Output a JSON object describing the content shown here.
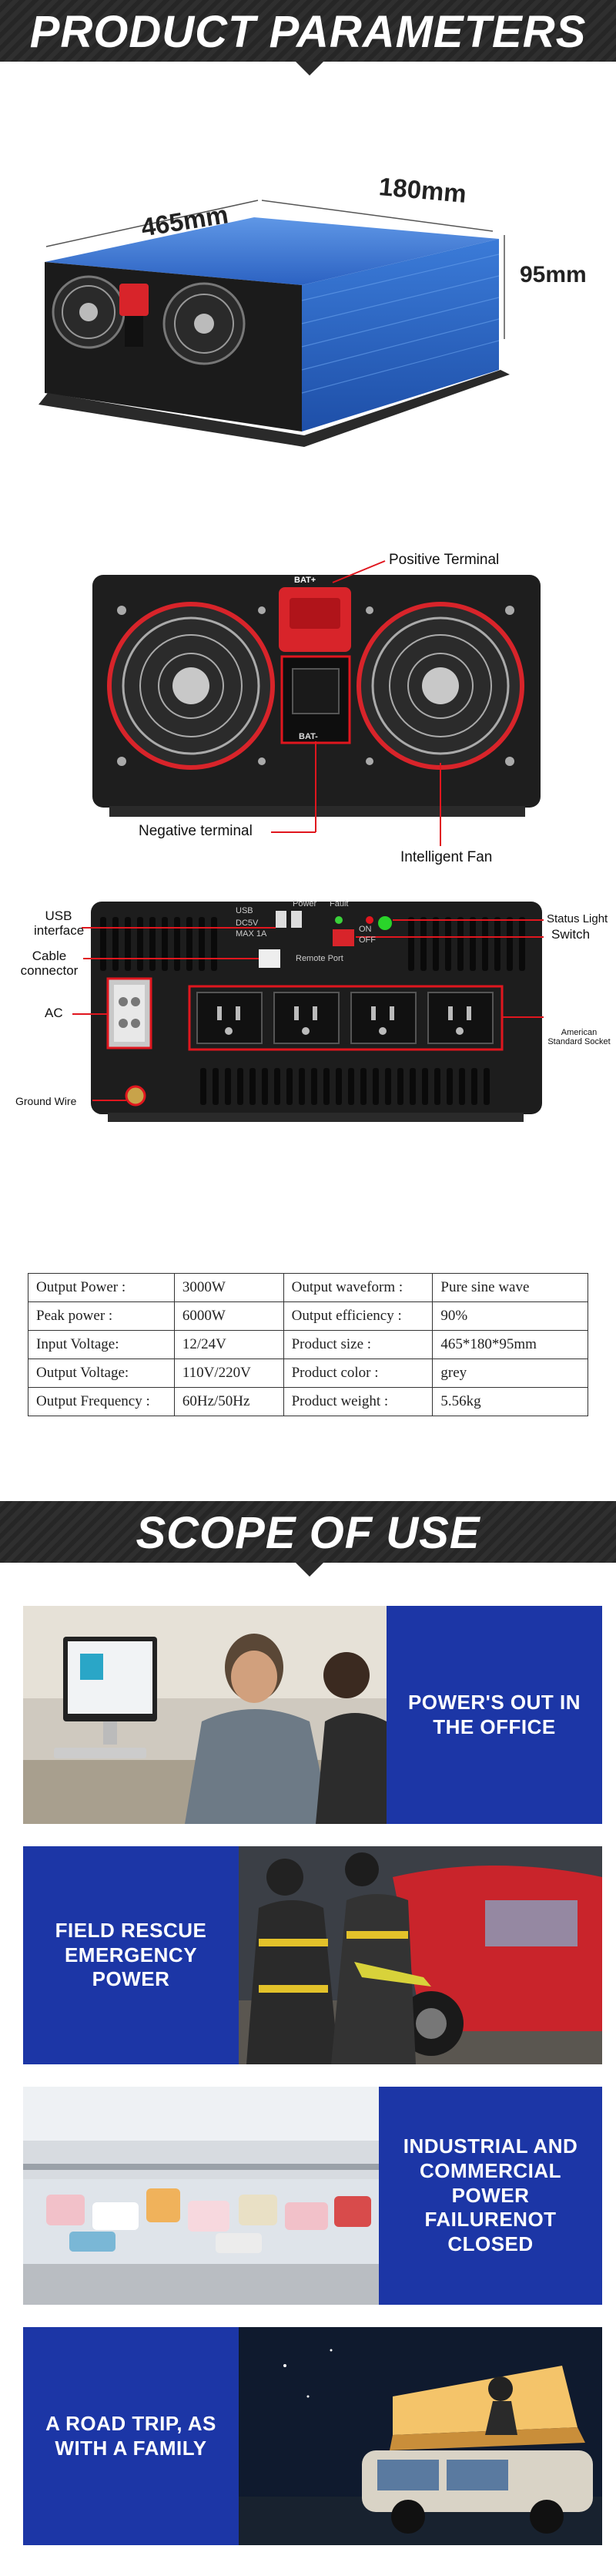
{
  "banners": {
    "parameters_title": "PRODUCT PARAMETERS",
    "scope_title": "SCOPE OF USE"
  },
  "dimensions": {
    "length": "465mm",
    "width": "180mm",
    "height": "95mm"
  },
  "front_panel": {
    "positive_terminal": "Positive Terminal",
    "positive_label": "BAT+",
    "negative_terminal": "Negative terminal",
    "negative_label": "BAT-",
    "intelligent_fan": "Intelligent Fan"
  },
  "rear_panel": {
    "usb_interface": "USB interface",
    "cable_connector": "Cable connector",
    "ac": "AC",
    "ground_wire": "Ground Wire",
    "status_light": "Status Light",
    "switch": "Switch",
    "american_socket": "American Standard Socket",
    "panel_labels": {
      "power": "Power",
      "fault": "Fault",
      "usb": "USB",
      "dc5v": "DC5V",
      "max": "MAX 1A",
      "on": "ON",
      "off": "OFF",
      "remote_port": "Remote Port"
    }
  },
  "spec_table": [
    [
      "Output Power :",
      "3000W",
      "Output waveform :",
      "Pure sine wave"
    ],
    [
      "Peak power :",
      "6000W",
      "Output efficiency :",
      "90%"
    ],
    [
      "Input Voltage:",
      "12/24V",
      "Product size :",
      "465*180*95mm"
    ],
    [
      "Output Voltage:",
      "110V/220V",
      "Product color :",
      "grey"
    ],
    [
      "Output Frequency :",
      "60Hz/50Hz",
      "Product weight :",
      "5.56kg"
    ]
  ],
  "scope_cards": [
    {
      "text": "POWER'S OUT IN\nTHE OFFICE"
    },
    {
      "text": "FIELD RESCUE\nEMERGENCY POWER"
    },
    {
      "text": "INDUSTRIAL AND\nCOMMERCIAL POWER\nFAILURENOT CLOSED"
    },
    {
      "text": "A ROAD TRIP, AS\nWITH A FAMILY"
    }
  ],
  "colors": {
    "banner": "#2b2b2b",
    "card_blue": "#1c36a6",
    "inverter_blue": "#2f6fd0",
    "terminal_red": "#d8242a",
    "callout_red": "#e0161e"
  }
}
